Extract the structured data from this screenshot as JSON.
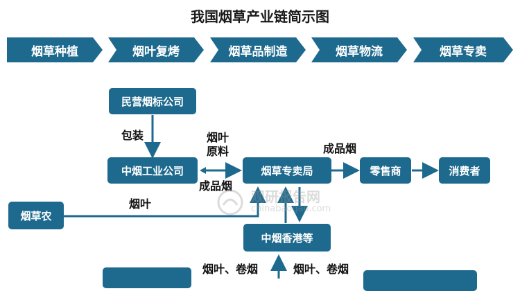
{
  "title": "我国烟草产业链简示图",
  "stages": [
    "烟草种植",
    "烟叶复烤",
    "烟草品制造",
    "烟草物流",
    "烟草专卖"
  ],
  "nodes": {
    "private": "民营烟标公司",
    "industry": "中烟工业公司",
    "bureau": "烟草专卖局",
    "retailer": "零售商",
    "consumer": "消费者",
    "farmer": "烟草农",
    "hongkong": "中烟香港等"
  },
  "labels": {
    "packaging": "包装",
    "leaf_material_1": "烟叶",
    "leaf_material_2": "原料",
    "finished_1": "成品烟",
    "finished_2": "成品烟",
    "leaf": "烟叶",
    "leaf_cig_left": "烟叶、卷烟",
    "leaf_cig_right": "烟叶、卷烟"
  },
  "watermark": {
    "name": "观研报告网",
    "url": "chinabaogao.com"
  },
  "colors": {
    "node": "#1e6a8e",
    "text_on_node": "#ffffff"
  }
}
